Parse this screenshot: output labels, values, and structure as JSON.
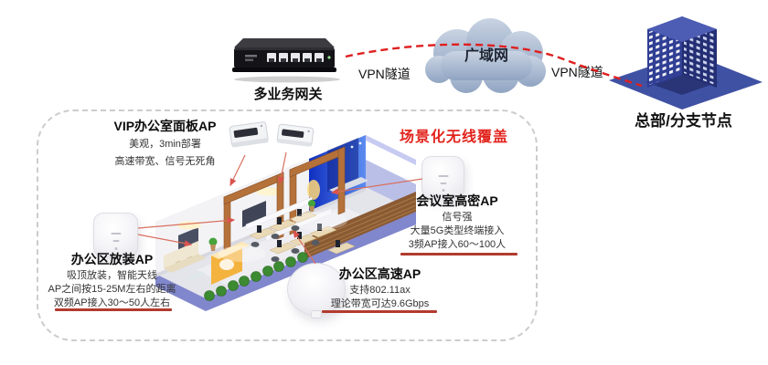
{
  "topology": {
    "gateway_label": "多业务网关",
    "vpn_left": "VPN隧道",
    "vpn_right": "VPN隧道",
    "wan_label": "广域网",
    "hq_label": "总部/分支节点"
  },
  "headline": {
    "text": "场景化无线覆盖"
  },
  "ap": {
    "vip": {
      "title": "VIP办公室面板AP",
      "line1": "美观，3min部署",
      "line2": "高速带宽、信号无死角"
    },
    "mount": {
      "title": "办公区放装AP",
      "line1": "吸顶放装，智能天线",
      "line2": "AP之间按15-25M左右的距离",
      "line3": "双频AP接入30～50人左右"
    },
    "meeting": {
      "title": "会议室高密AP",
      "line1": "信号强",
      "line2": "大量5G类型终端接入",
      "line3": "3频AP接入60～100人"
    },
    "speed": {
      "title": "办公区高速AP",
      "line1": "支持802.11ax",
      "line2": "理论带宽可达9.6Gbps"
    }
  },
  "icons": {
    "gateway-device-icon": "black multi-port gateway box",
    "wan-cloud-icon": "blue-gray cloud",
    "building-icon": "isometric blue office tower",
    "panel-ap-icon": "white wall-panel AP",
    "ceiling-ap-icon": "white square ceiling AP",
    "disc-ap-icon": "white round high-speed AP",
    "office-floorplan": "isometric office cutaway"
  },
  "colors": {
    "vpn_line": "#e01f1f",
    "headline_red": "#e2241d",
    "underline_red": "#b23b2e",
    "dashed_border": "#cccccc",
    "building_blue": "#303e94",
    "cloud_blue": "#a9bbd2",
    "blue_wall": "#1c44d4",
    "wood": "#b5713a",
    "shell_lavender": "#9ba0dc"
  }
}
